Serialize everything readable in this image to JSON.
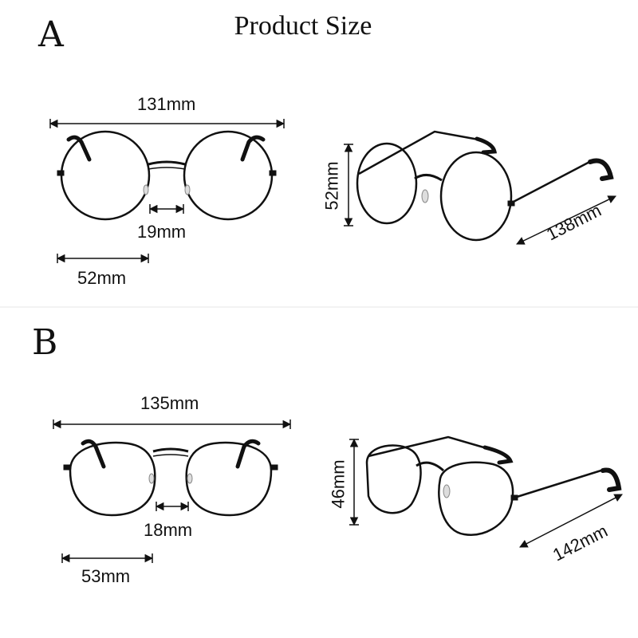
{
  "title": "Product Size",
  "sections": [
    {
      "letter": "A",
      "front": {
        "total_width": "131mm",
        "bridge": "19mm",
        "lens_width": "52mm"
      },
      "side": {
        "lens_height": "52mm",
        "temple_length": "138mm"
      }
    },
    {
      "letter": "B",
      "front": {
        "total_width": "135mm",
        "bridge": "18mm",
        "lens_width": "53mm"
      },
      "side": {
        "lens_height": "46mm",
        "temple_length": "142mm"
      }
    }
  ],
  "colors": {
    "frame": "#111111",
    "text": "#111111",
    "background": "#ffffff"
  }
}
